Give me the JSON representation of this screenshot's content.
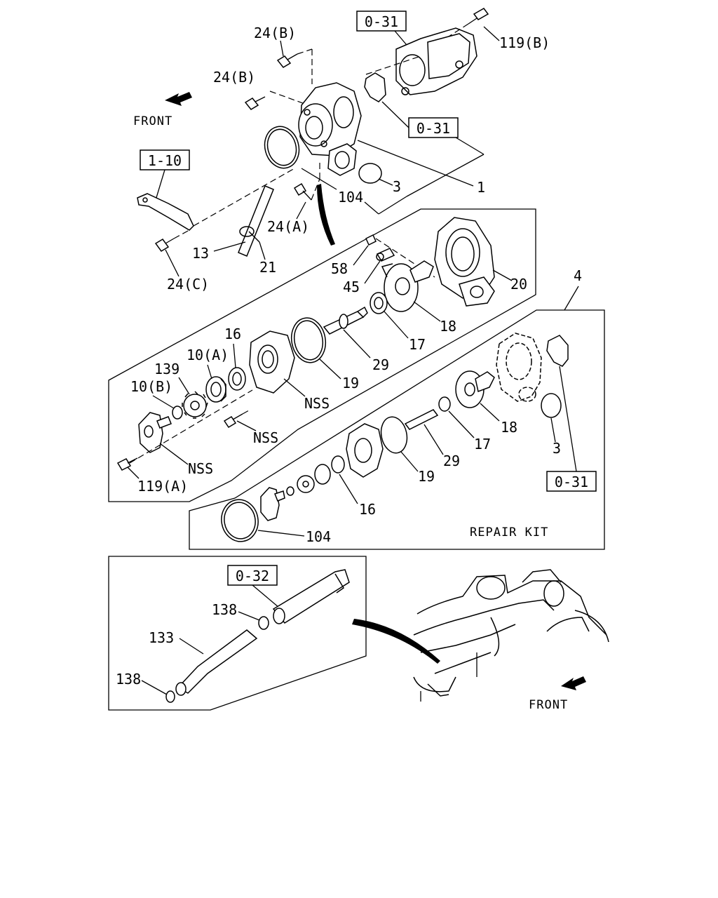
{
  "labels": {
    "ref_0_31_top": "0-31",
    "ref_0_31_mid": "0-31",
    "ref_0_31_kit": "0-31",
    "ref_1_10": "1-10",
    "ref_0_32": "0-32",
    "p_24B_a": "24(B)",
    "p_24B_b": "24(B)",
    "p_119B": "119(B)",
    "front_top": "FRONT",
    "front_bottom": "FRONT",
    "p_1": "1",
    "p_3_top": "3",
    "p_104_top": "104",
    "p_24A": "24(A)",
    "p_13": "13",
    "p_21": "21",
    "p_24C": "24(C)",
    "p_58": "58",
    "p_45": "45",
    "p_20": "20",
    "p_18_exp": "18",
    "p_17_exp": "17",
    "p_29_exp": "29",
    "p_19_exp": "19",
    "p_16_exp": "16",
    "p_10A": "10(A)",
    "p_139": "139",
    "p_10B": "10(B)",
    "p_nss_1": "NSS",
    "p_nss_2": "NSS",
    "p_nss_3": "NSS",
    "p_119A": "119(A)",
    "p_4": "4",
    "p_18_kit": "18",
    "p_17_kit": "17",
    "p_29_kit": "29",
    "p_19_kit": "19",
    "p_16_kit": "16",
    "p_3_kit": "3",
    "p_104_kit": "104",
    "repair_kit": "REPAIR KIT",
    "p_138_a": "138",
    "p_133": "133",
    "p_138_b": "138"
  },
  "icons": [
    "front-arrow-icon"
  ]
}
